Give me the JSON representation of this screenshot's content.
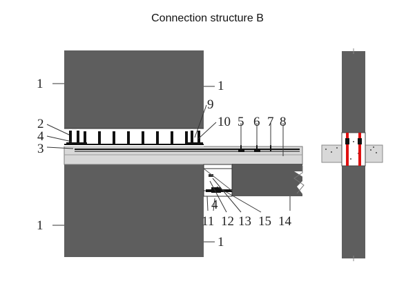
{
  "title": "Connection structure B",
  "labels": {
    "l1_upper_left": "1",
    "l1_upper_right": "1",
    "l2": "2",
    "l4_top": "4",
    "l3": "3",
    "l9": "9",
    "l10": "10",
    "l5": "5",
    "l6": "6",
    "l7": "7",
    "l8": "8",
    "l4_mid": "4",
    "l11": "11",
    "l12": "12",
    "l13": "13",
    "l15": "15",
    "l14": "14",
    "l1_lower_left": "1",
    "l1_lower_right": "1"
  },
  "colors": {
    "wall": "#5e5e5e",
    "slab": "#d8d8d8",
    "beam": "#5a5a5a",
    "rebar": "#111111",
    "accent": "#e01010"
  }
}
